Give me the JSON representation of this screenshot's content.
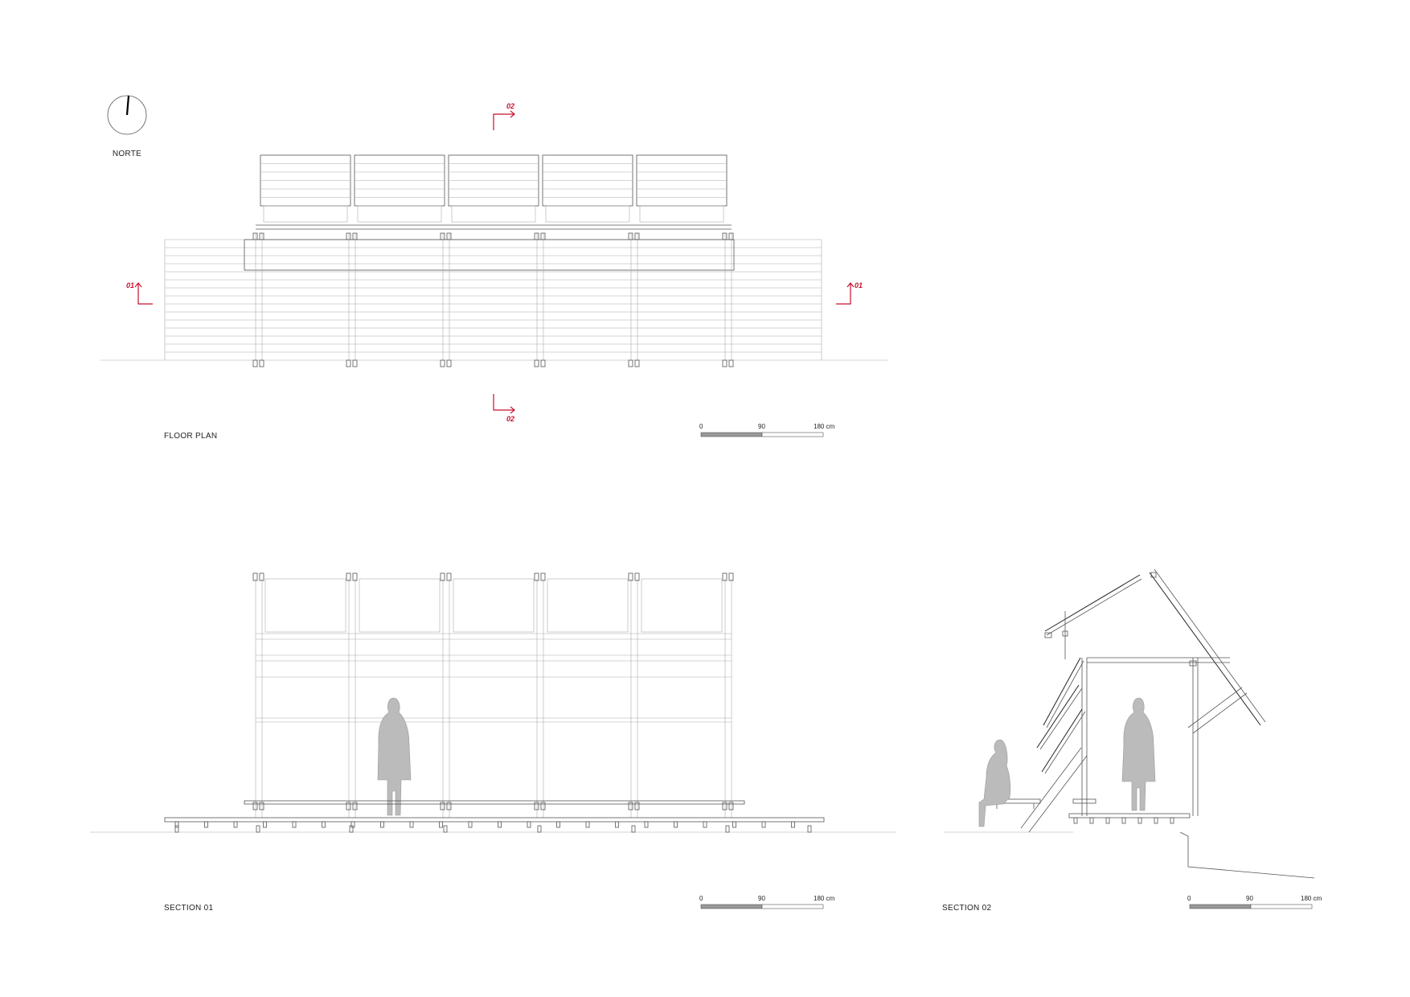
{
  "north": {
    "label": "NORTE"
  },
  "floor_plan": {
    "title": "FLOOR PLAN",
    "section_marks": {
      "s01": "01",
      "s02": "02"
    },
    "scale": {
      "zero": "0",
      "mid": "90",
      "end": "180 cm"
    }
  },
  "section_01": {
    "title": "SECTION 01",
    "scale": {
      "zero": "0",
      "mid": "90",
      "end": "180 cm"
    }
  },
  "section_02": {
    "title": "SECTION 02",
    "scale": {
      "zero": "0",
      "mid": "90",
      "end": "180 cm"
    }
  },
  "colors": {
    "section_mark": "#c8102e",
    "line": "#555555",
    "scale_fill": "#999999"
  }
}
